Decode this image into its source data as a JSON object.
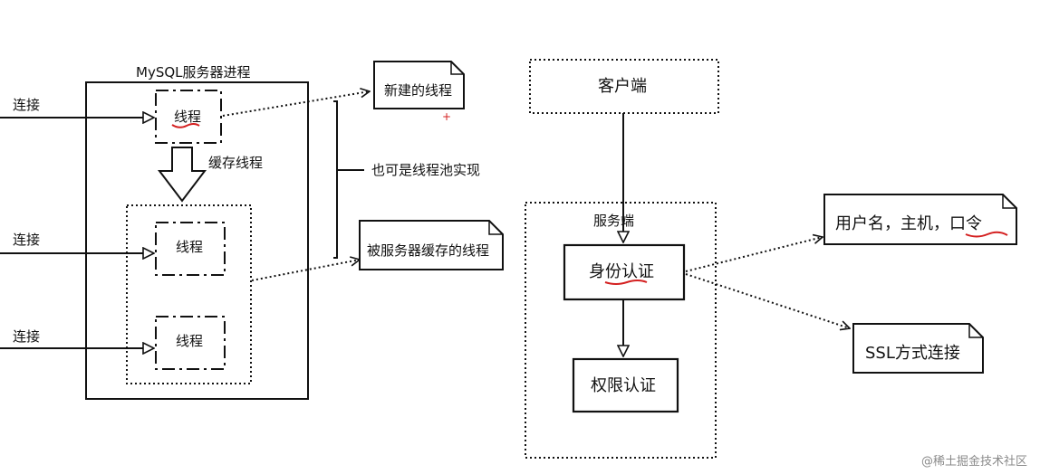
{
  "left": {
    "process_title": "MySQL服务器进程",
    "connection_label": "连接",
    "thread_label": "线程",
    "cache_label": "缓存线程",
    "note_new_thread": "新建的线程",
    "note_cached_thread": "被服务器缓存的线程",
    "pool_label": "也可是线程池实现"
  },
  "right": {
    "client": "客户端",
    "server_title": "服务端",
    "identity_auth": "身份认证",
    "permission_auth": "权限认证",
    "note_credentials": "用户名，主机，口令",
    "note_ssl": "SSL方式连接"
  },
  "watermark": "@稀土掘金技术社区",
  "colors": {
    "line": "#111111",
    "underline": "#d42020",
    "watermark": "#8a8a8a"
  }
}
